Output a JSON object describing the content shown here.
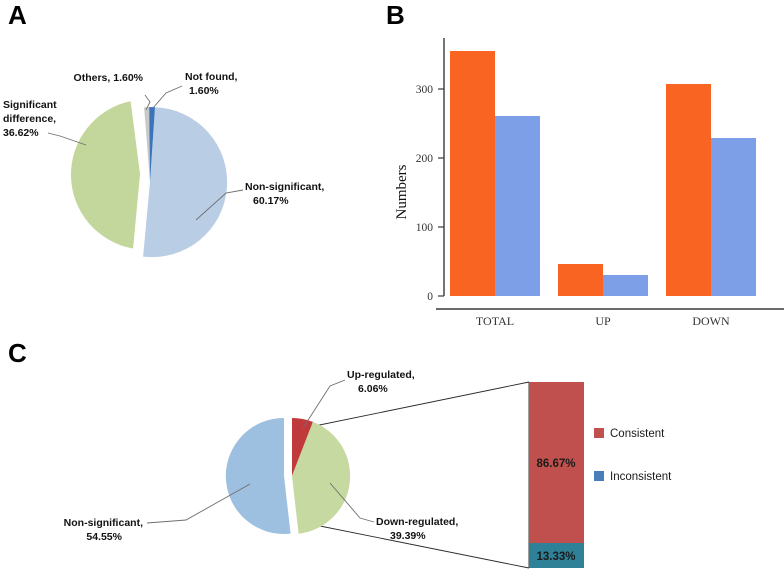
{
  "figure": {
    "panels": [
      {
        "letter": "A"
      },
      {
        "letter": "B"
      },
      {
        "letter": "C"
      }
    ]
  },
  "panel_a": {
    "letter": "A",
    "labels": {
      "others": "Others, 1.60%",
      "not_found_l1": "Not found,",
      "not_found_l2": "1.60%",
      "significant_l1": "Significant",
      "significant_l2": "difference,",
      "significant_l3": "36.62%",
      "nonsignificant_l1": "Non-significant,",
      "nonsignificant_l2": "60.17%"
    },
    "colors": {
      "nonsignificant": "#b9cde5",
      "significant": "#c3d69b",
      "others": "#c9c9c9",
      "not_found": "#3b74b8"
    }
  },
  "panel_b": {
    "letter": "B",
    "ylabel": "Numbers",
    "ticks": [
      "0",
      "100",
      "200",
      "300"
    ],
    "categories": [
      "TOTAL",
      "UP",
      "DOWN"
    ],
    "colors": {
      "series1": "#fa6423",
      "series2": "#7d9fe8"
    }
  },
  "panel_c": {
    "letter": "C",
    "labels": {
      "upregulated_l1": "Up-regulated,",
      "upregulated_l2": "6.06%",
      "downregulated_l1": "Down-regulated,",
      "downregulated_l2": "39.39%",
      "nonsignificant_l1": "Non-significant,",
      "nonsignificant_l2": "54.55%",
      "stack_top": "86.67%",
      "stack_bottom": "13.33%"
    },
    "legend": [
      {
        "label": "Consistent",
        "color": "#c0504d"
      },
      {
        "label": "Inconsistent",
        "color": "#4a7ebb"
      }
    ],
    "colors": {
      "nonsignificant": "#9ec0e0",
      "upregulated": "#c0393b",
      "downregulated": "#c6d9a0",
      "stack_consistent": "#c0504d",
      "stack_inconsistent": "#2e8196"
    }
  },
  "chart_data": [
    {
      "type": "pie",
      "panel": "A",
      "title": "",
      "labels": [
        "Non-significant",
        "Significant difference",
        "Others",
        "Not found"
      ],
      "values": [
        60.17,
        36.62,
        1.6,
        1.6
      ],
      "unit": "%",
      "colors": [
        "#b9cde5",
        "#c3d69b",
        "#c9c9c9",
        "#3b74b8"
      ],
      "exploded": [
        "Significant difference"
      ],
      "legend": "none",
      "annotations": [
        "Others, 1.60%",
        "Not found, 1.60%",
        "Significant difference, 36.62%",
        "Non-significant, 60.17%"
      ]
    },
    {
      "type": "bar",
      "panel": "B",
      "title": "",
      "categories": [
        "TOTAL",
        "UP",
        "DOWN"
      ],
      "series": [
        {
          "name": "series1",
          "color": "#fa6423",
          "values": [
            355,
            46,
            307
          ]
        },
        {
          "name": "series2",
          "color": "#7d9fe8",
          "values": [
            261,
            31,
            229
          ]
        }
      ],
      "xlabel": "",
      "ylabel": "Numbers",
      "ylim": [
        0,
        370
      ],
      "yticks": [
        0,
        100,
        200,
        300
      ],
      "grid": false,
      "legend": "none"
    },
    {
      "type": "pie",
      "panel": "C",
      "title": "",
      "labels": [
        "Non-significant",
        "Up-regulated",
        "Down-regulated"
      ],
      "values": [
        54.55,
        6.06,
        39.39
      ],
      "unit": "%",
      "colors": [
        "#9ec0e0",
        "#c0393b",
        "#c6d9a0"
      ],
      "exploded": [
        "Non-significant"
      ],
      "legend": "none",
      "annotations": [
        "Non-significant, 54.55%",
        "Up-regulated, 6.06%",
        "Down-regulated, 39.39%"
      ]
    },
    {
      "type": "bar",
      "panel": "C-inset",
      "subtype": "stacked-100",
      "title": "",
      "categories": [
        ""
      ],
      "series": [
        {
          "name": "Consistent",
          "color": "#c0504d",
          "values": [
            86.67
          ]
        },
        {
          "name": "Inconsistent",
          "color": "#2e8196",
          "values": [
            13.33
          ]
        }
      ],
      "data_labels": [
        "86.67%",
        "13.33%"
      ],
      "unit": "%",
      "ylim": [
        0,
        100
      ],
      "grid": false,
      "legend": "right",
      "legend_entries": [
        "Consistent",
        "Inconsistent"
      ],
      "legend_colors": [
        "#c0504d",
        "#4a7ebb"
      ],
      "note": "Exploded detail of the Down-regulated + Up-regulated portion of panel C pie"
    }
  ]
}
